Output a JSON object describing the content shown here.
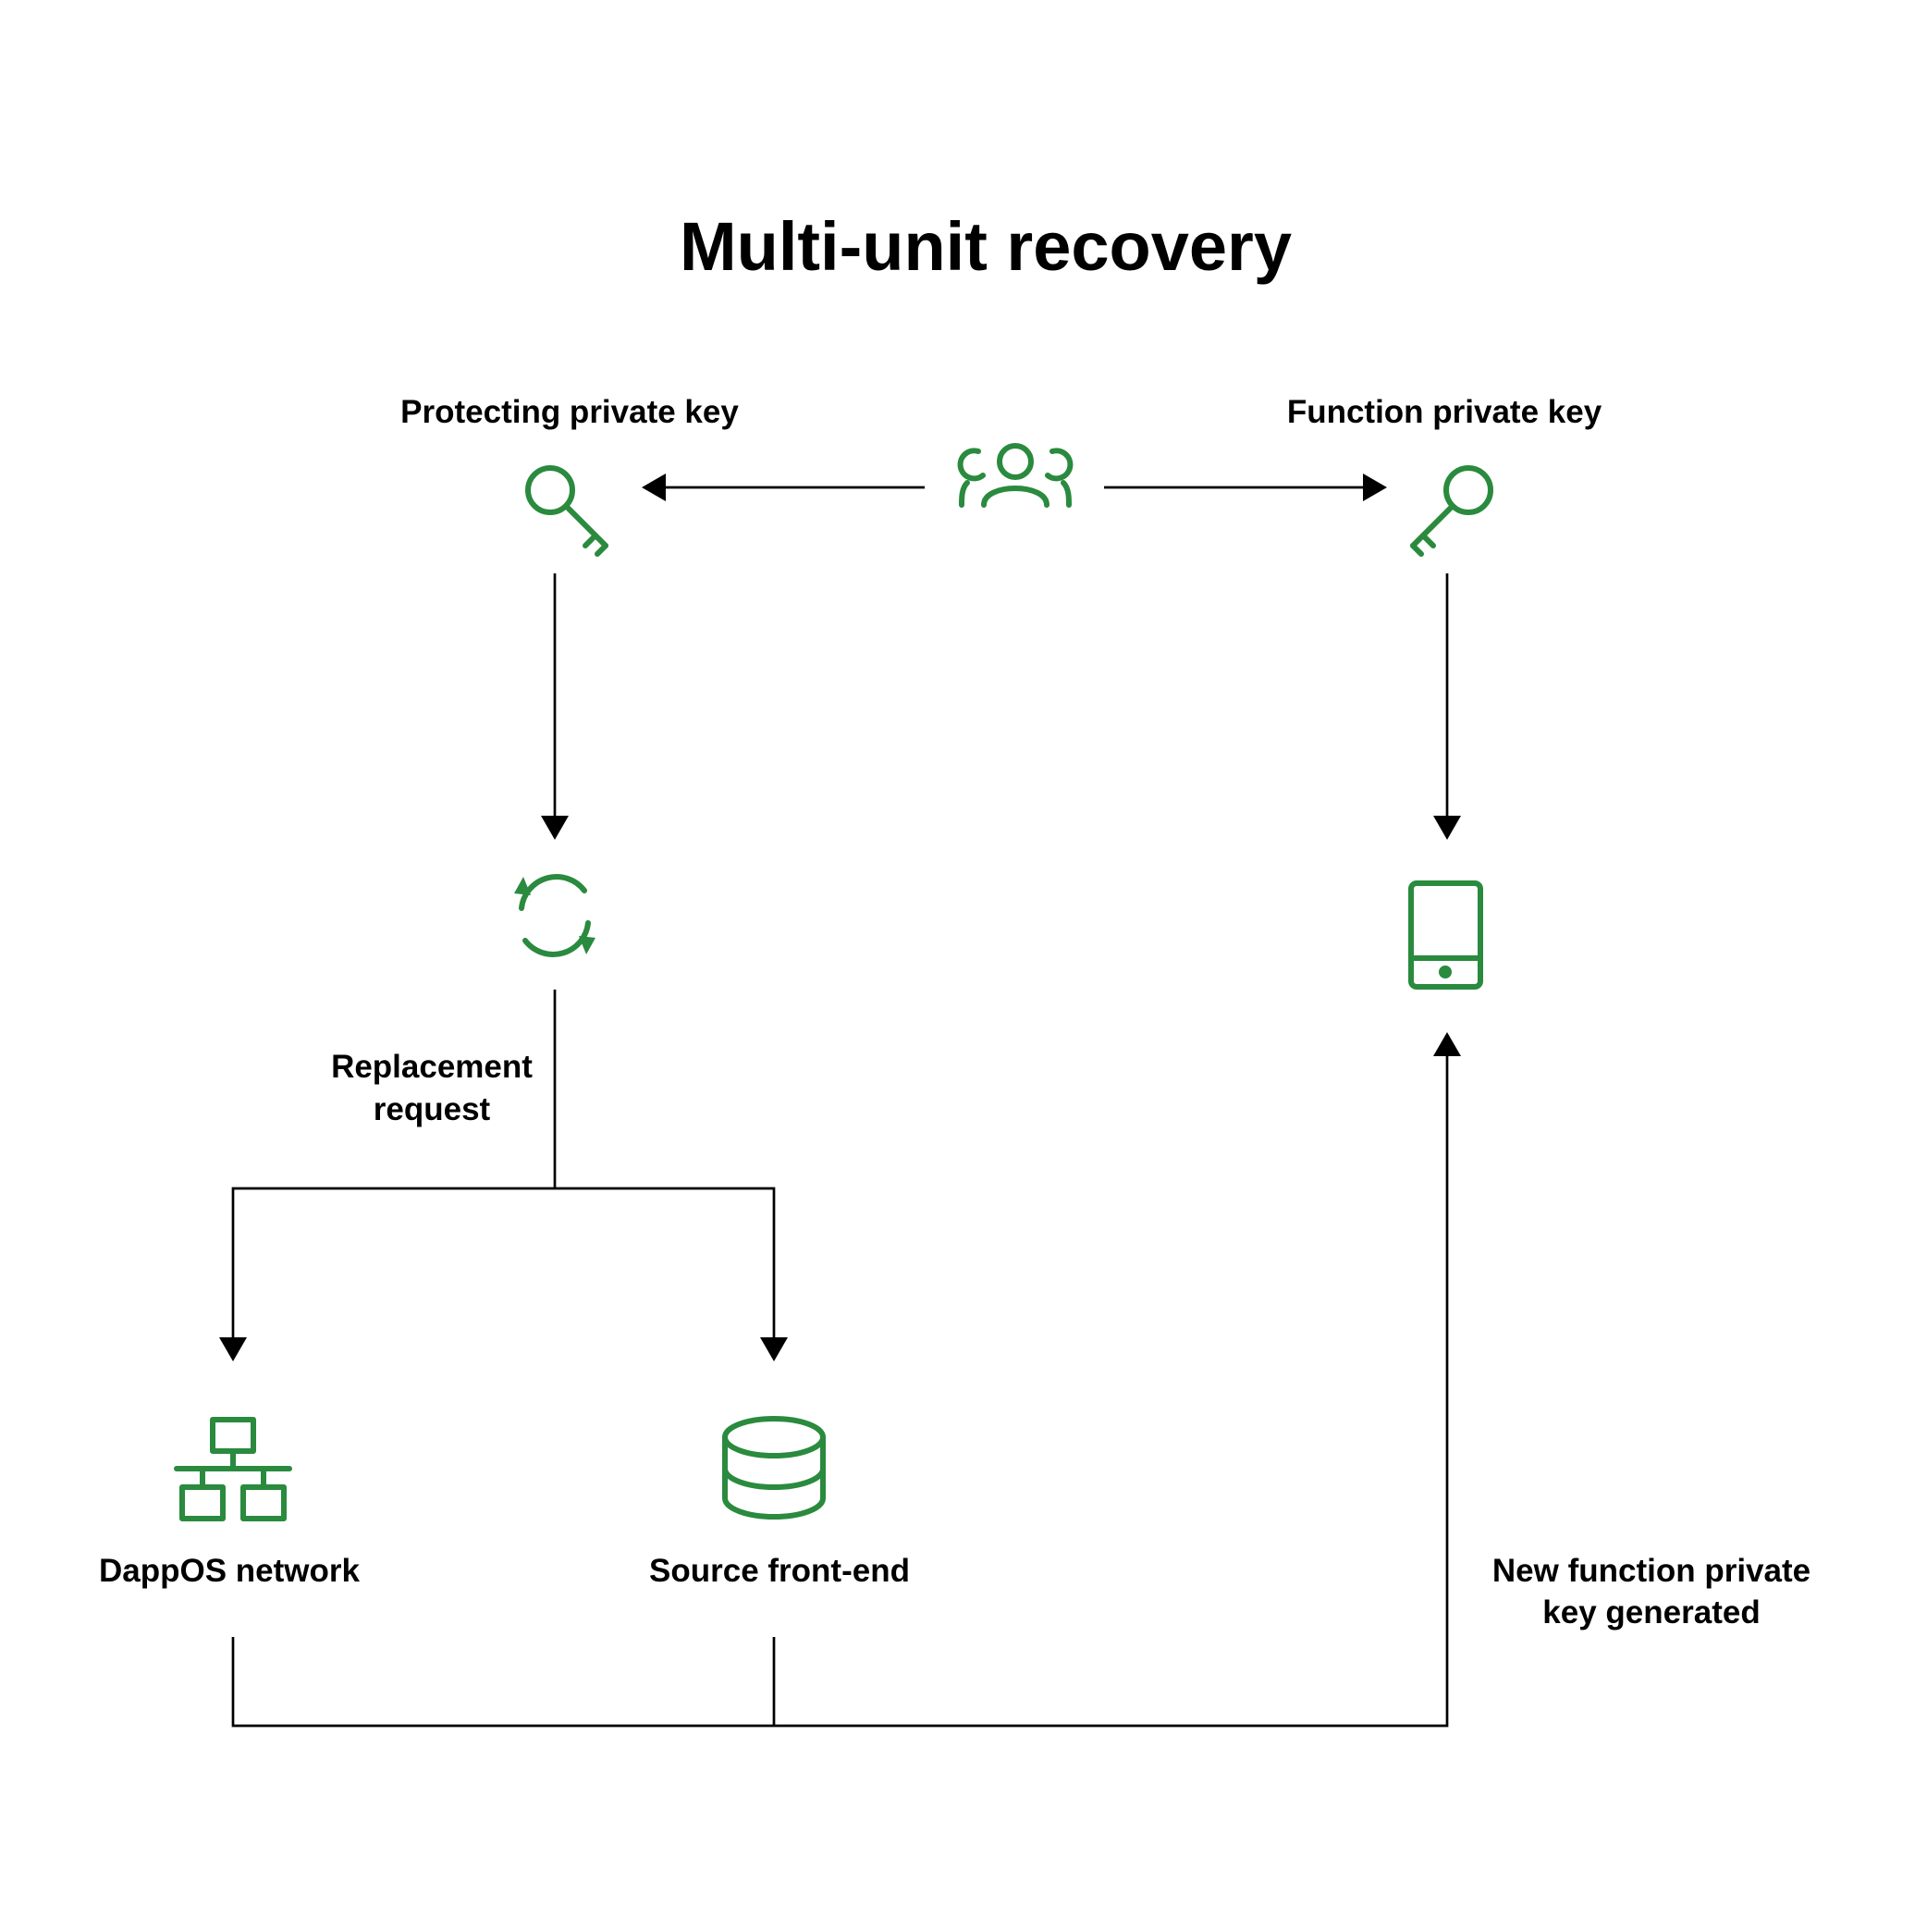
{
  "title": "Multi-unit recovery",
  "colors": {
    "icon_green": "#2a8a3e",
    "line": "#000000",
    "background": "#ffffff"
  },
  "nodes": {
    "group": {
      "icon": "users-icon"
    },
    "protecting_key": {
      "label": "Protecting private key",
      "icon": "key-icon"
    },
    "function_key": {
      "label": "Function private key",
      "icon": "key-icon"
    },
    "sync": {
      "icon": "refresh-icon"
    },
    "device": {
      "icon": "tablet-icon"
    },
    "dappos": {
      "label": "DappOS network",
      "icon": "network-icon"
    },
    "source": {
      "label": "Source front-end",
      "icon": "database-icon"
    }
  },
  "edge_labels": {
    "replacement_request": [
      "Replacement",
      "request"
    ],
    "new_key_generated": [
      "New function private",
      "key generated"
    ]
  }
}
